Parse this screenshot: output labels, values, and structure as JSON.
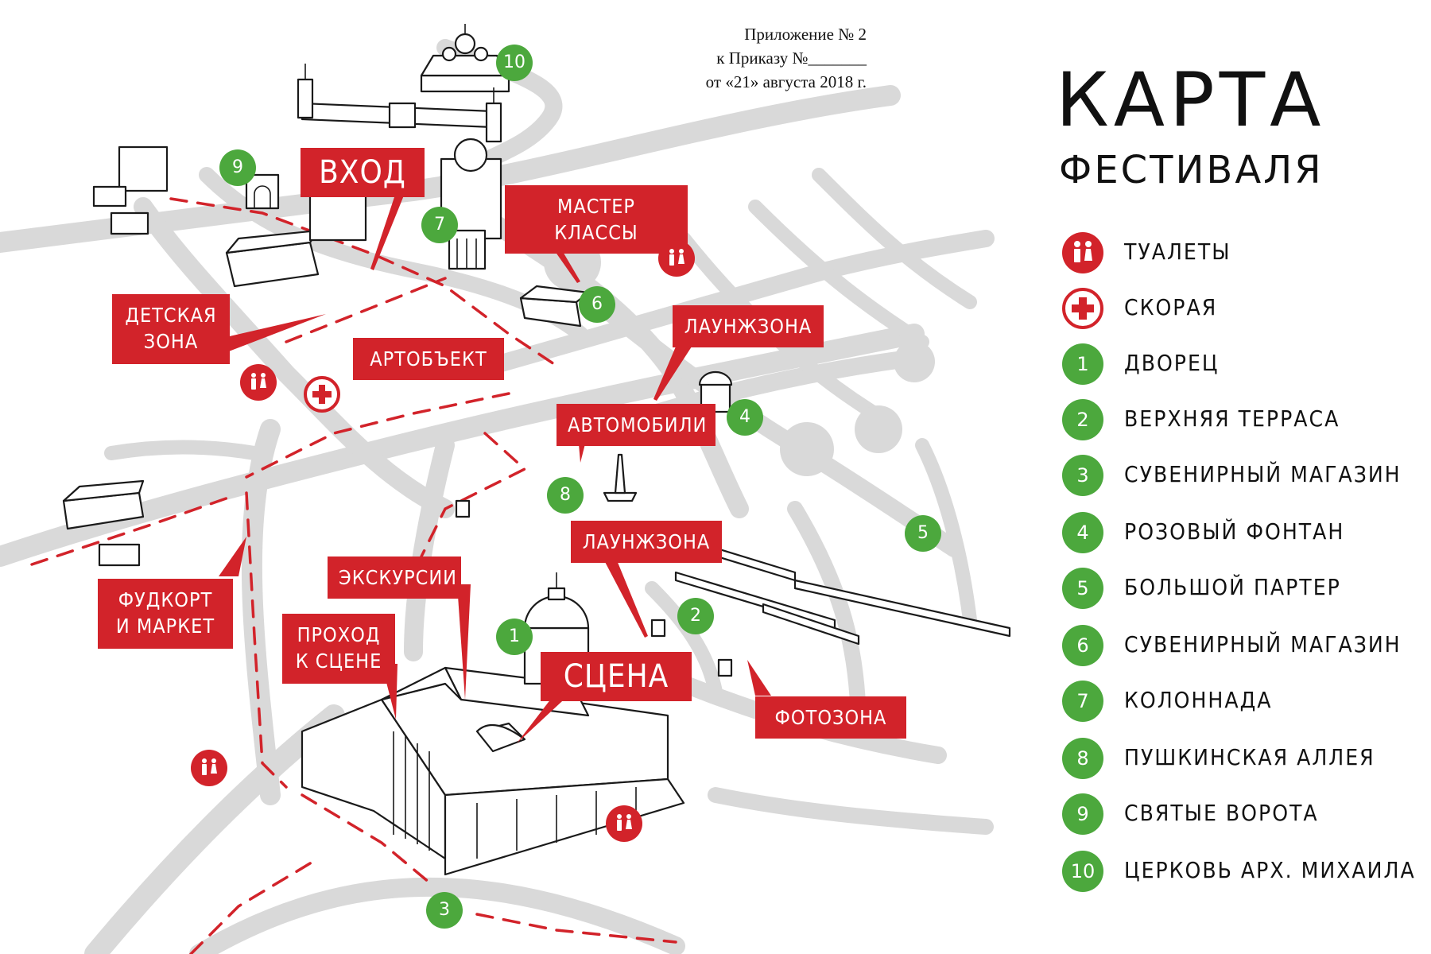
{
  "document_note": {
    "line1": "Приложение № 2",
    "line2": "к Приказу №_______",
    "line3": "от «21» августа 2018 г."
  },
  "map_labels": {
    "entrance": "ВХОД",
    "master_classes": "МАСТЕР КЛАССЫ",
    "kids_zone": "ДЕТСКАЯ ЗОНА",
    "art_object": "АРТОБЪЕКТ",
    "lounge_1": "ЛАУНЖЗОНА",
    "cars": "АВТОМОБИЛИ",
    "lounge_2": "ЛАУНЖЗОНА",
    "excursions": "ЭКСКУРСИИ",
    "foodcourt": "ФУДКОРТ И МАРКЕТ",
    "stage_pass": "ПРОХОД К СЦЕНЕ",
    "stage": "СЦЕНА",
    "photo_zone": "ФОТОЗОНА"
  },
  "map_markers": [
    "1",
    "2",
    "3",
    "4",
    "5",
    "6",
    "7",
    "8",
    "9",
    "10"
  ],
  "legend": {
    "title_line1": "КАРТА",
    "title_line2": "ФЕСТИВАЛЯ",
    "items": [
      {
        "icon": "toilet-icon",
        "label": "ТУАЛЕТЫ"
      },
      {
        "icon": "first-aid-cross-icon",
        "label": "СКОРАЯ"
      },
      {
        "number": "1",
        "label": "ДВОРЕЦ"
      },
      {
        "number": "2",
        "label": "ВЕРХНЯЯ ТЕРРАСА"
      },
      {
        "number": "3",
        "label": "СУВЕНИРНЫЙ МАГАЗИН"
      },
      {
        "number": "4",
        "label": "РОЗОВЫЙ ФОНТАН"
      },
      {
        "number": "5",
        "label": "БОЛЬШОЙ ПАРТЕР"
      },
      {
        "number": "6",
        "label": "СУВЕНИРНЫЙ МАГАЗИН"
      },
      {
        "number": "7",
        "label": "КОЛОННАДА"
      },
      {
        "number": "8",
        "label": "ПУШКИНСКАЯ АЛЛЕЯ"
      },
      {
        "number": "9",
        "label": "СВЯТЫЕ ВОРОТА"
      },
      {
        "number": "10",
        "label": "ЦЕРКОВЬ АРХ. МИХАИЛА"
      }
    ]
  },
  "colors": {
    "accent_red": "#d2232a",
    "marker_green": "#4ca83d",
    "road_grey": "#d9d9d9"
  }
}
